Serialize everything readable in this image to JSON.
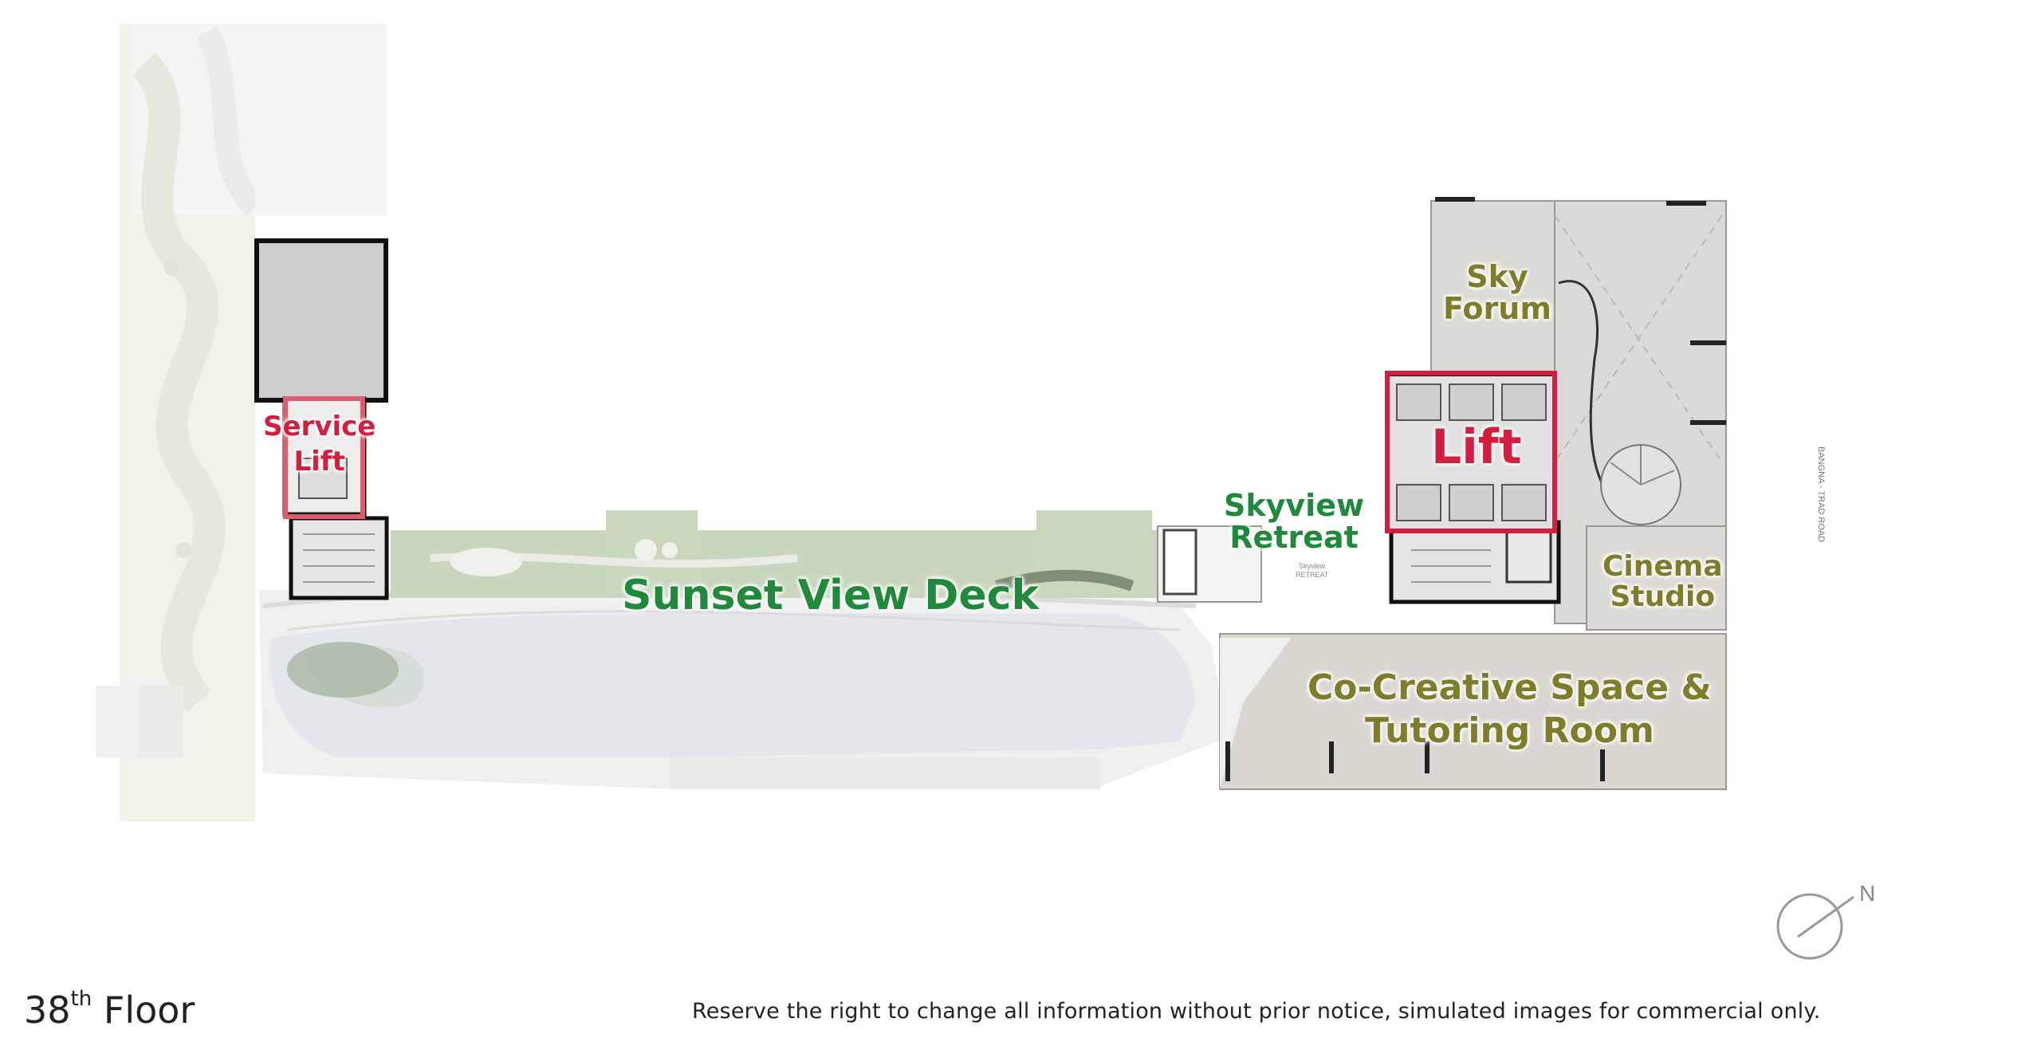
{
  "labels": {
    "service_lift_line1": "Service",
    "service_lift_line2": "Lift",
    "sunset_view_deck": "Sunset View Deck",
    "skyview_retreat_line1": "Skyview",
    "skyview_retreat_line2": "Retreat",
    "skyview_small": "Skyview",
    "skyview_small2": "RETREAT",
    "sky_forum_line1": "Sky",
    "sky_forum_line2": "Forum",
    "lift": "Lift",
    "cinema_studio_line1": "Cinema",
    "cinema_studio_line2": "Studio",
    "co_creative_line1": "Co-Creative Space &",
    "co_creative_line2": "Tutoring Room"
  },
  "road_label": "BANGNA - TRAD ROAD",
  "compass": {
    "label": "N"
  },
  "footer": {
    "floor_number": "38",
    "floor_suffix": "th",
    "floor_word": "Floor",
    "disclaimer": "Reserve the right to change all information without prior notice, simulated images for commercial only."
  },
  "colors": {
    "facility_green": "#1f8a3c",
    "facility_olive": "#7f7d2a",
    "lift_highlight": "#d41e3e",
    "room_fill": "#d8d6cf",
    "deck_fill": "#f0f1ef",
    "pool_fill": "#dfe6ea",
    "garden_fill": "#c9d8bd"
  }
}
